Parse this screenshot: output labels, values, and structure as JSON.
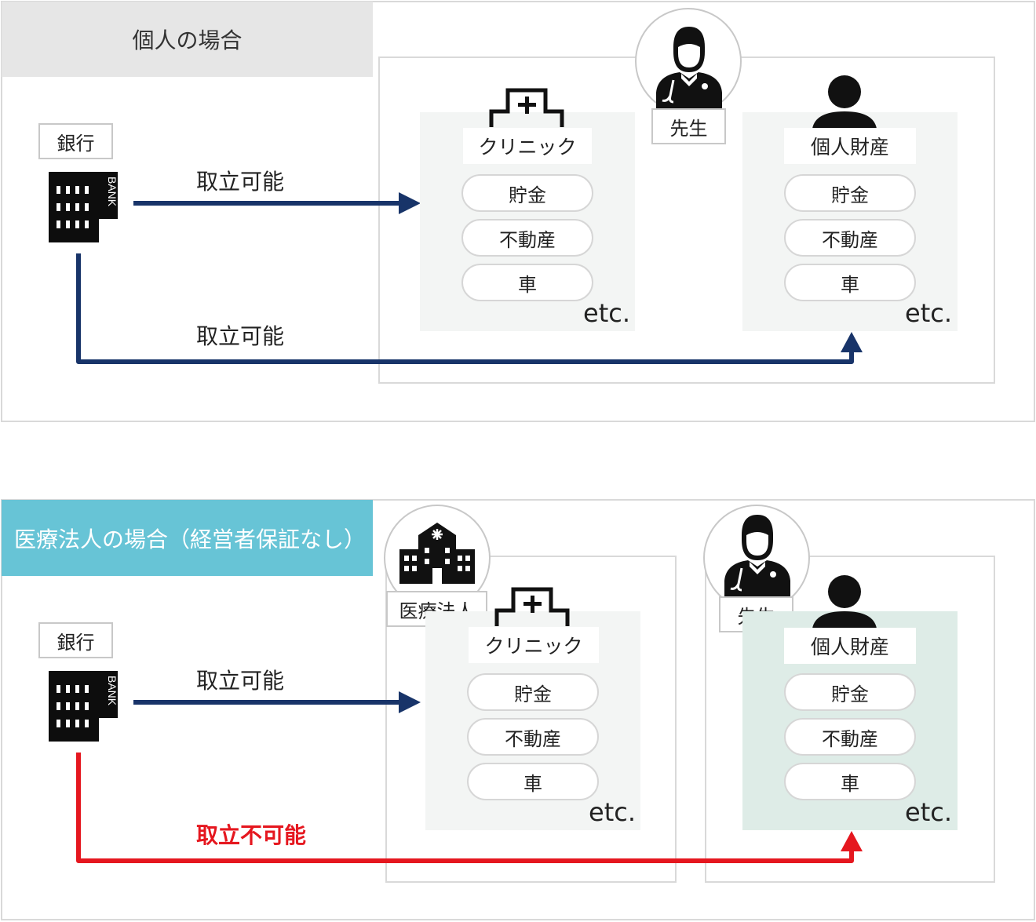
{
  "case_individual": {
    "title": "個人の場合",
    "bank": {
      "label": "銀行",
      "sign": "BANK"
    },
    "arrow_top_label": "取立可能",
    "arrow_bottom_label": "取立可能",
    "doctor_label": "先生",
    "clinic": {
      "label": "クリニック",
      "items": [
        "貯金",
        "不動産",
        "車"
      ],
      "etc": "etc."
    },
    "personal": {
      "label": "個人財産",
      "items": [
        "貯金",
        "不動産",
        "車"
      ],
      "etc": "etc."
    }
  },
  "case_corporation": {
    "title": "医療法人の場合（経営者保証なし）",
    "bank": {
      "label": "銀行",
      "sign": "BANK"
    },
    "arrow_top_label": "取立可能",
    "arrow_bottom_label": "取立不可能",
    "corporation_label": "医療法人",
    "doctor_label": "先生",
    "clinic": {
      "label": "クリニック",
      "items": [
        "貯金",
        "不動産",
        "車"
      ],
      "etc": "etc."
    },
    "personal": {
      "label": "個人財産",
      "items": [
        "貯金",
        "不動産",
        "車"
      ],
      "etc": "etc."
    }
  },
  "colors": {
    "navy_arrow": "#183469",
    "red_arrow": "#e5171f",
    "title_blue": "#67c4d6"
  },
  "icons": [
    "bank-building-icon",
    "clinic-cross-icon",
    "doctor-icon",
    "person-icon",
    "hospital-building-icon"
  ]
}
